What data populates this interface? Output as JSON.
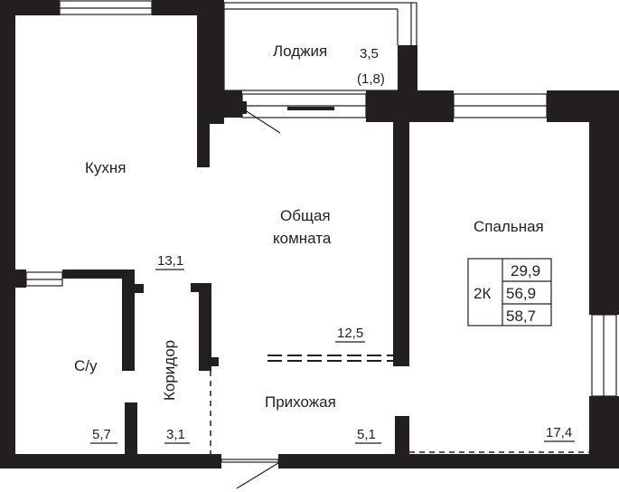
{
  "rooms": {
    "loggia": {
      "name": "Лоджия",
      "area": "3,5",
      "area_reduced": "(1,8)"
    },
    "kitchen": {
      "name": "Кухня"
    },
    "living": {
      "name_line1": "Общая",
      "name_line2": "комната",
      "area": "12,5"
    },
    "kitchen_area": "13,1",
    "bedroom": {
      "name": "Спальная",
      "area": "17,4"
    },
    "bathroom": {
      "name": "С/у",
      "area": "5,7"
    },
    "corridor": {
      "name": "Коридор",
      "area": "3,1"
    },
    "hallway": {
      "name": "Прихожая",
      "area": "5,1"
    }
  },
  "summary": {
    "type": "2К",
    "living_area": "29,9",
    "total_area": "56,9",
    "total_with_loggia": "58,7"
  },
  "colors": {
    "wall": "#231f20",
    "background": "#ffffff"
  }
}
